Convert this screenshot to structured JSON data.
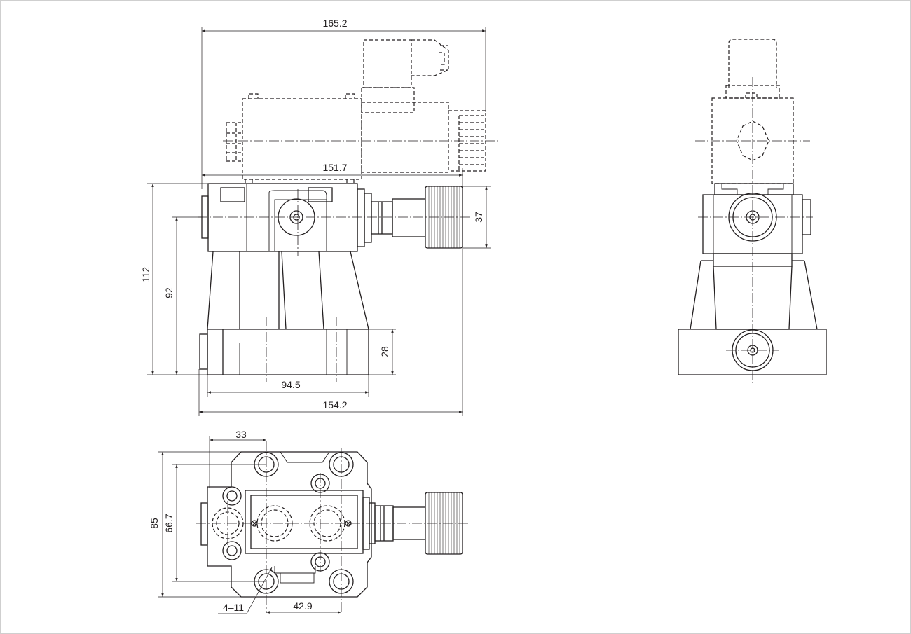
{
  "dimensions": {
    "overall_length_top": "165.2",
    "body_length": "151.7",
    "total_height": "112",
    "port_height": "92",
    "knob_height": "37",
    "base_height": "28",
    "base_width": "94.5",
    "overall_length_bottom": "154.2",
    "port_offset": "33",
    "mount_width": "85",
    "mount_pitch": "66.7",
    "bolt_holes": "4–11",
    "bolt_pitch": "42.9"
  }
}
